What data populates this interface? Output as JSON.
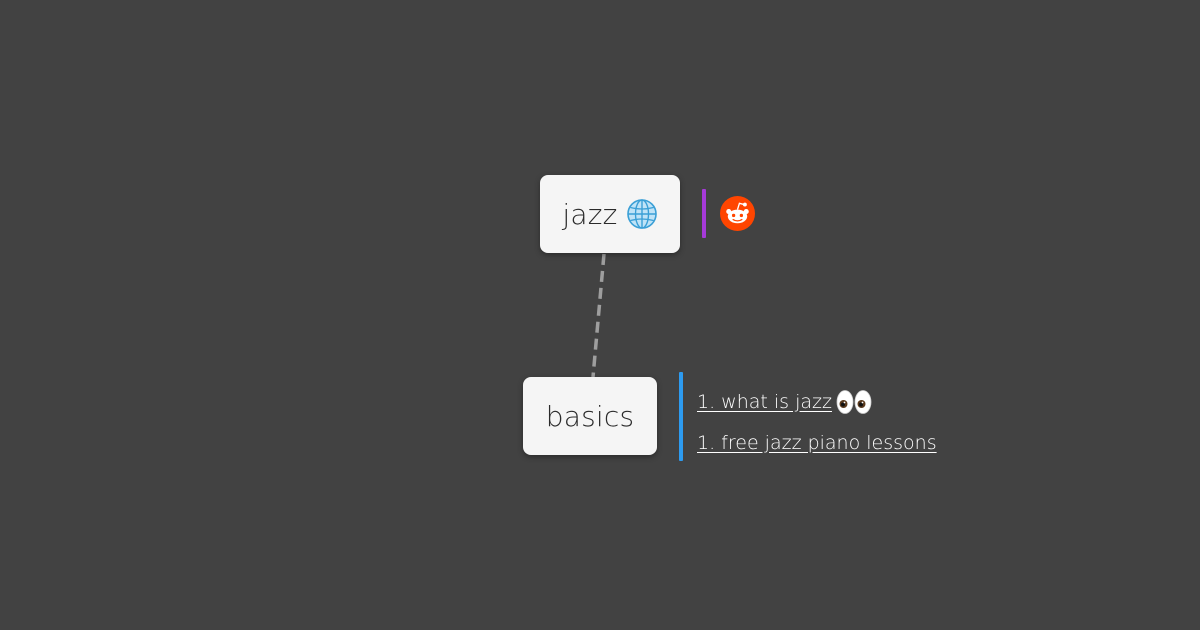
{
  "nodes": {
    "root": {
      "label": "jazz",
      "icon": "globe-icon"
    },
    "child": {
      "label": "basics"
    }
  },
  "root_attachment": {
    "icon": "reddit-icon",
    "bar_color": "#a63ad9"
  },
  "child_links": {
    "bar_color": "#2d9bf0",
    "items": [
      {
        "text": "1. what is jazz ",
        "icon": "eyes-icon"
      },
      {
        "text": "1. free jazz piano lessons"
      }
    ]
  },
  "connector": {
    "style": "dashed",
    "color": "#9e9e9e"
  },
  "colors": {
    "background": "#424242",
    "node_fill": "#f5f5f5",
    "reddit_orange": "#ff4500",
    "link_text": "#ffffff"
  }
}
